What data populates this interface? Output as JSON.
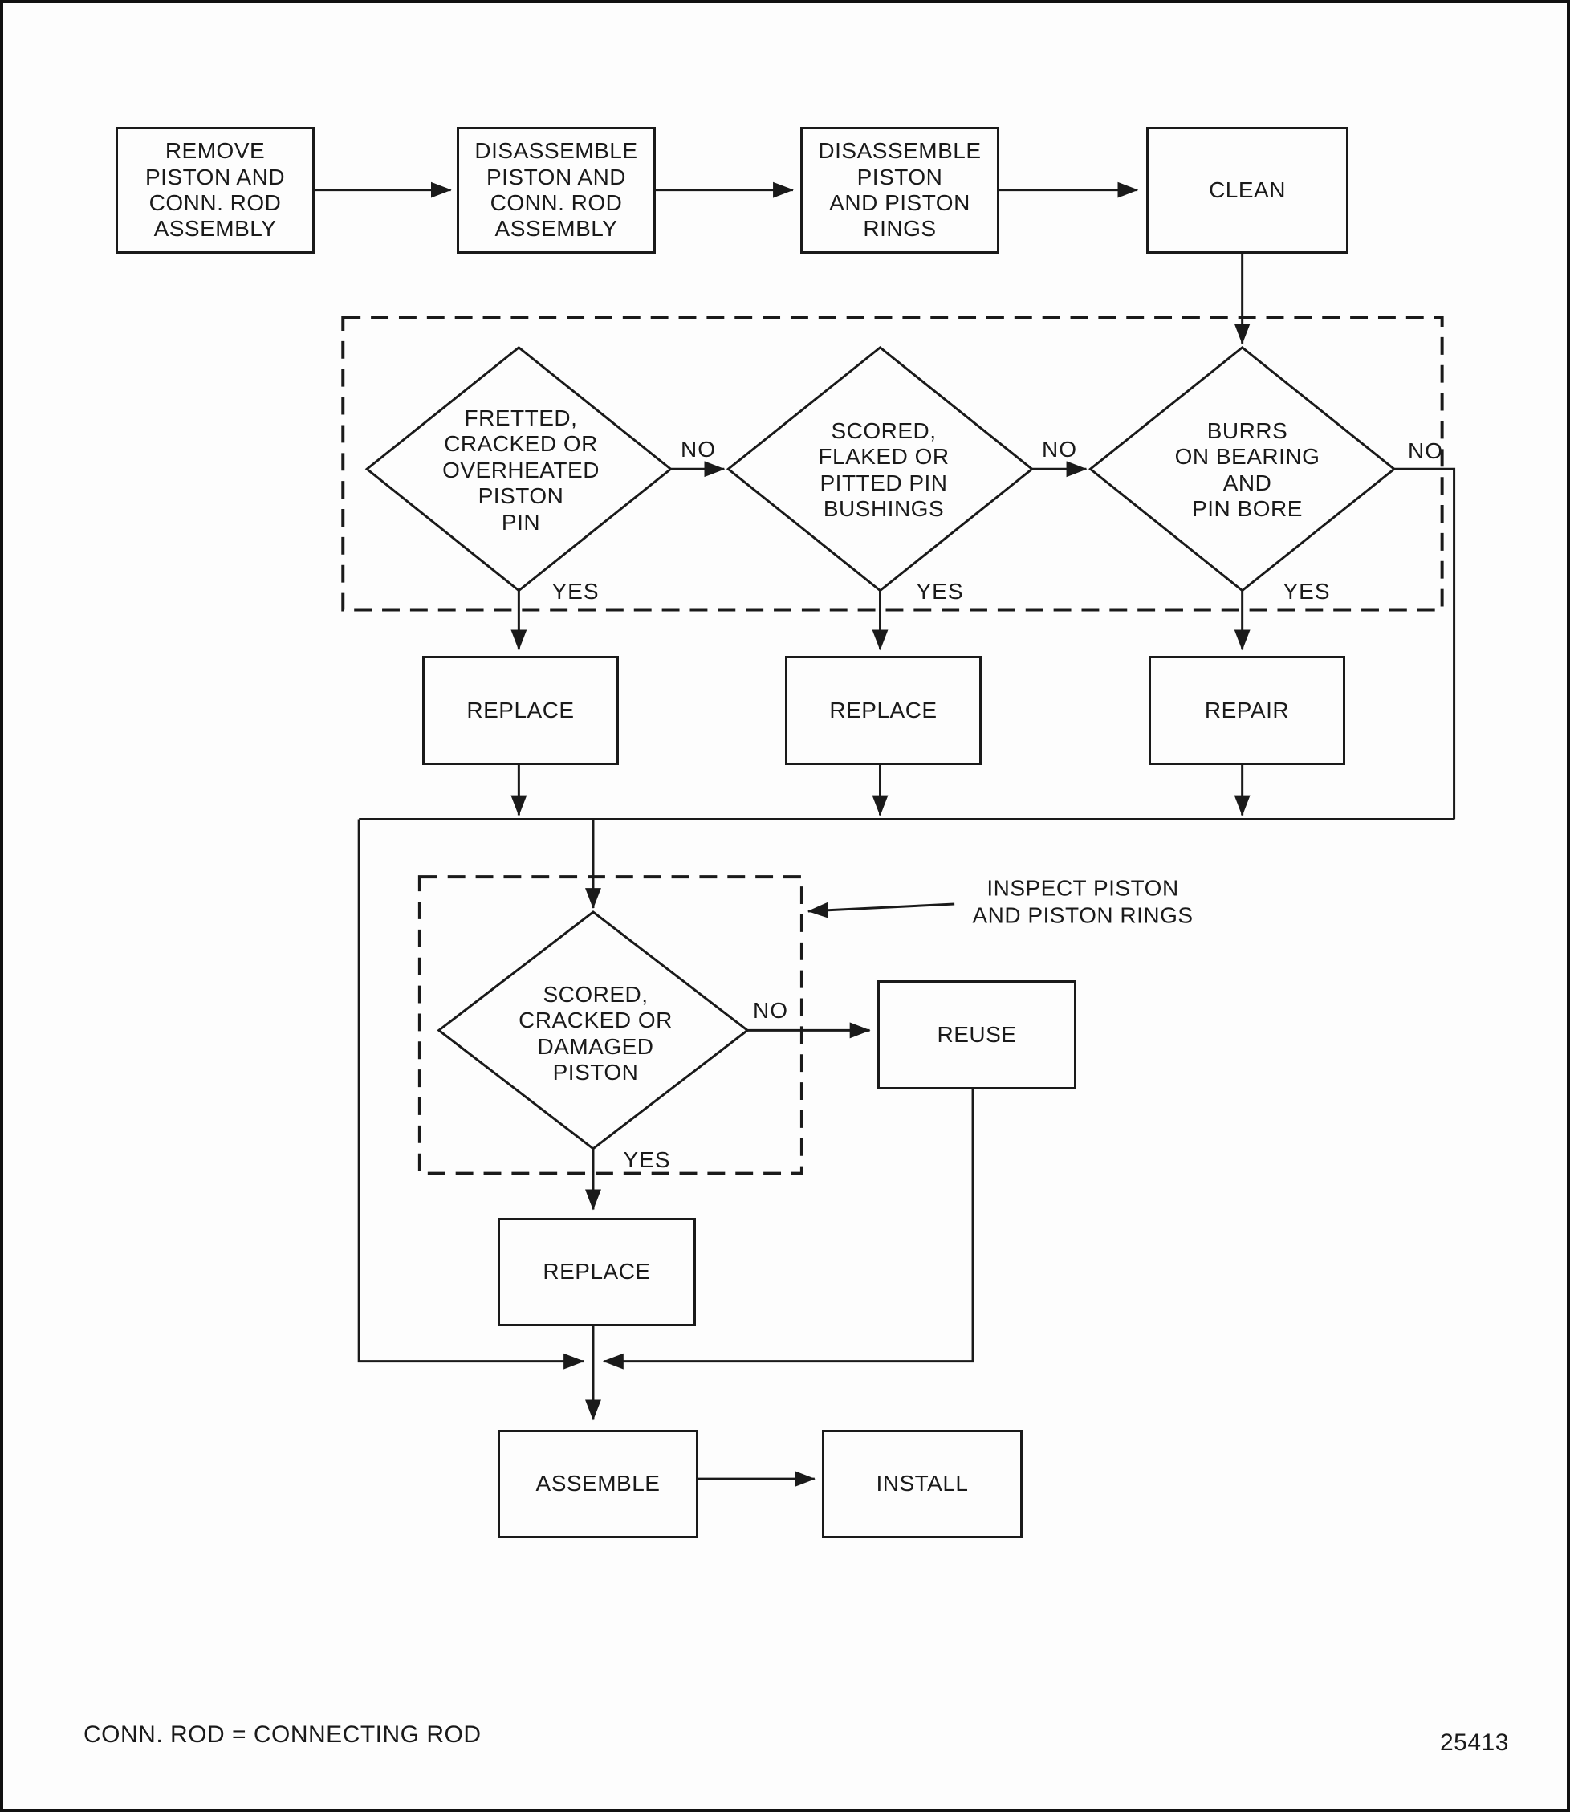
{
  "labels": {
    "yes": "YES",
    "no": "NO"
  },
  "boxes": {
    "remove": "REMOVE\nPISTON AND\nCONN. ROD\nASSEMBLY",
    "disassemble_rod": "DISASSEMBLE\nPISTON AND\nCONN. ROD\nASSEMBLY",
    "disassemble_rings": "DISASSEMBLE\nPISTON\nAND PISTON\nRINGS",
    "clean": "CLEAN",
    "replace_pin": "REPLACE",
    "replace_bushings": "REPLACE",
    "repair_bore": "REPAIR",
    "reuse": "REUSE",
    "replace_piston": "REPLACE",
    "assemble": "ASSEMBLE",
    "install": "INSTALL"
  },
  "decisions": {
    "piston_pin": "FRETTED,\nCRACKED OR\nOVERHEATED\nPISTON\nPIN",
    "pin_bushings": "SCORED,\nFLAKED OR\nPITTED PIN\nBUSHINGS",
    "pin_bore": "BURRS\nON BEARING\nAND\nPIN BORE",
    "piston": "SCORED,\nCRACKED OR\nDAMAGED\nPISTON"
  },
  "callout": "INSPECT PISTON\nAND PISTON RINGS",
  "footnote": "CONN. ROD = CONNECTING ROD",
  "figure_number": "25413"
}
